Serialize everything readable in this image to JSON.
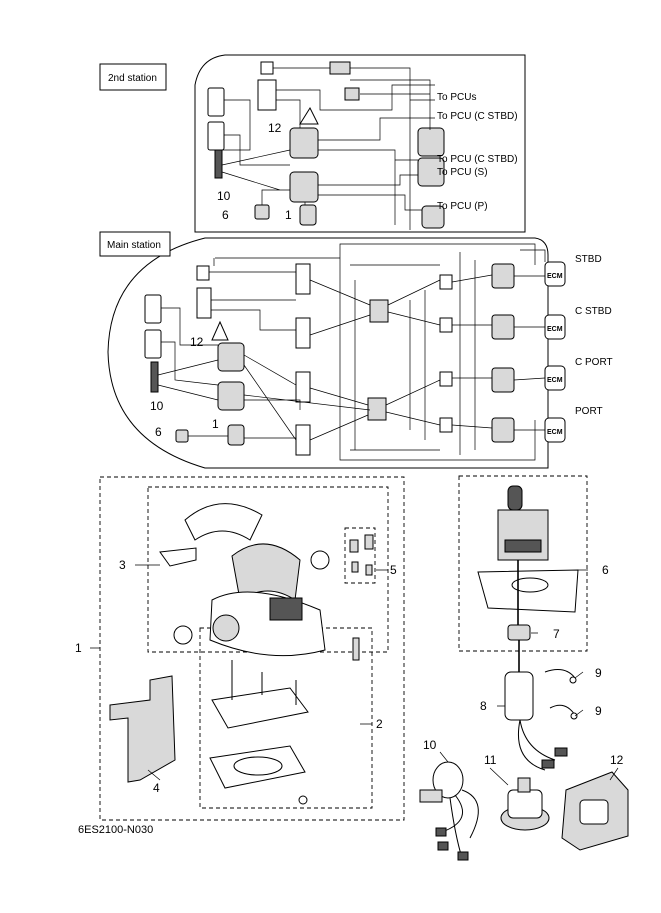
{
  "stations": {
    "second": {
      "label": "2nd station",
      "to_pcus": "To PCUs",
      "to_pcu_c_stbd_top": "To PCU (C STBD)",
      "to_pcu_c_stbd": "To PCU (C STBD)",
      "to_pcu_s": "To PCU (S)",
      "to_pcu_p": "To PCU (P)"
    },
    "main": {
      "label": "Main station",
      "stbd": "STBD",
      "c_stbd": "C STBD",
      "c_port": "C PORT",
      "port": "PORT",
      "ecm": "ECM"
    }
  },
  "callouts": {
    "n1": "1",
    "n2": "2",
    "n3": "3",
    "n4": "4",
    "n5": "5",
    "n6": "6",
    "n7": "7",
    "n8": "8",
    "n9": "9",
    "n10": "10",
    "n11": "11",
    "n12": "12"
  },
  "footer": {
    "code": "6ES2100-N030"
  }
}
